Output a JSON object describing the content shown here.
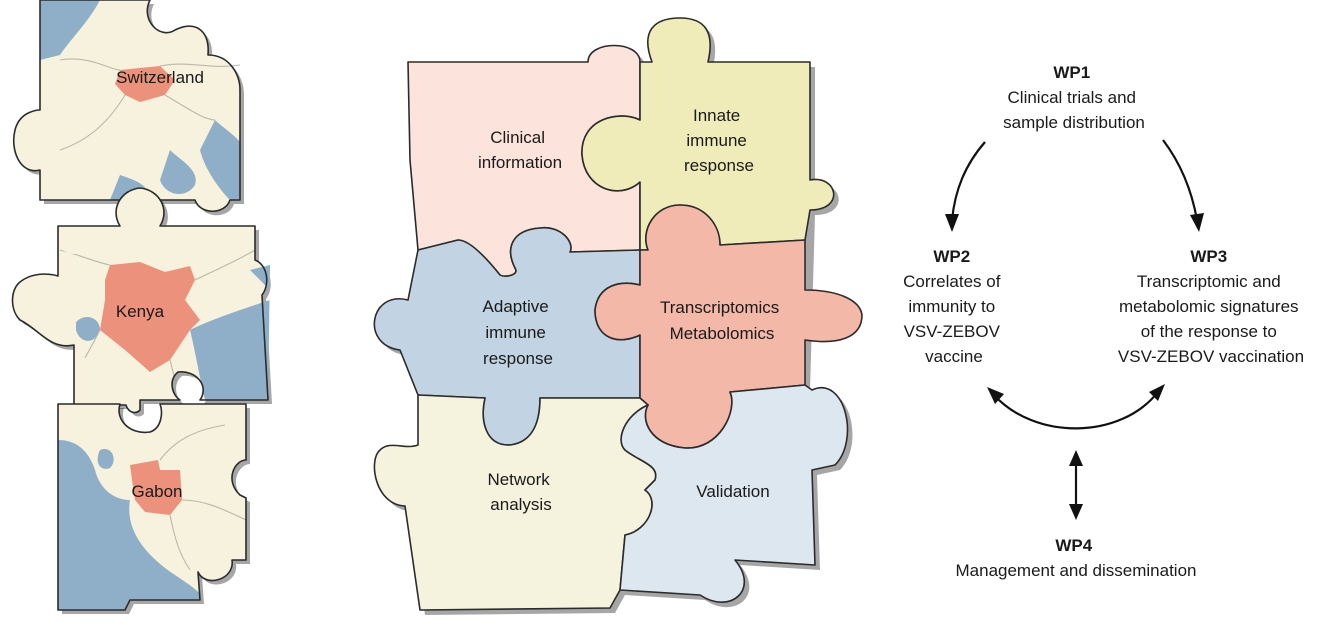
{
  "maps": [
    {
      "label": "Switzerland",
      "name": "map-switzerland"
    },
    {
      "label": "Kenya",
      "name": "map-kenya"
    },
    {
      "label": "Gabon",
      "name": "map-gabon"
    }
  ],
  "puzzle": {
    "pieces": [
      {
        "lines": [
          "Clinical",
          "information"
        ],
        "color": "#fce4dd"
      },
      {
        "lines": [
          "Innate",
          "immune",
          "response"
        ],
        "color": "#efecb9"
      },
      {
        "lines": [
          "Adaptive",
          "immune",
          "response"
        ],
        "color": "#c2d4e4"
      },
      {
        "lines": [
          "Transcriptomics",
          "Metabolomics"
        ],
        "color": "#f4b8a8"
      },
      {
        "lines": [
          "Network",
          "analysis"
        ],
        "color": "#f5f2dd"
      },
      {
        "lines": [
          "Validation"
        ],
        "color": "#dde7ef"
      }
    ]
  },
  "workpackages": {
    "wp1": {
      "title": "WP1",
      "lines": [
        "Clinical trials and",
        "sample distribution"
      ]
    },
    "wp2": {
      "title": "WP2",
      "lines": [
        "Correlates of",
        "immunity to",
        "VSV-ZEBOV",
        "vaccine"
      ]
    },
    "wp3": {
      "title": "WP3",
      "lines": [
        "Transcriptomic and",
        "metabolomic signatures",
        "of the response to",
        "VSV-ZEBOV vaccination"
      ]
    },
    "wp4": {
      "title": "WP4",
      "lines": [
        "Management and dissemination"
      ]
    }
  },
  "colors": {
    "map_land": "#f6f2de",
    "map_water": "#8fafc9",
    "map_highlight": "#ec927c",
    "outline": "#2b2b2b"
  }
}
